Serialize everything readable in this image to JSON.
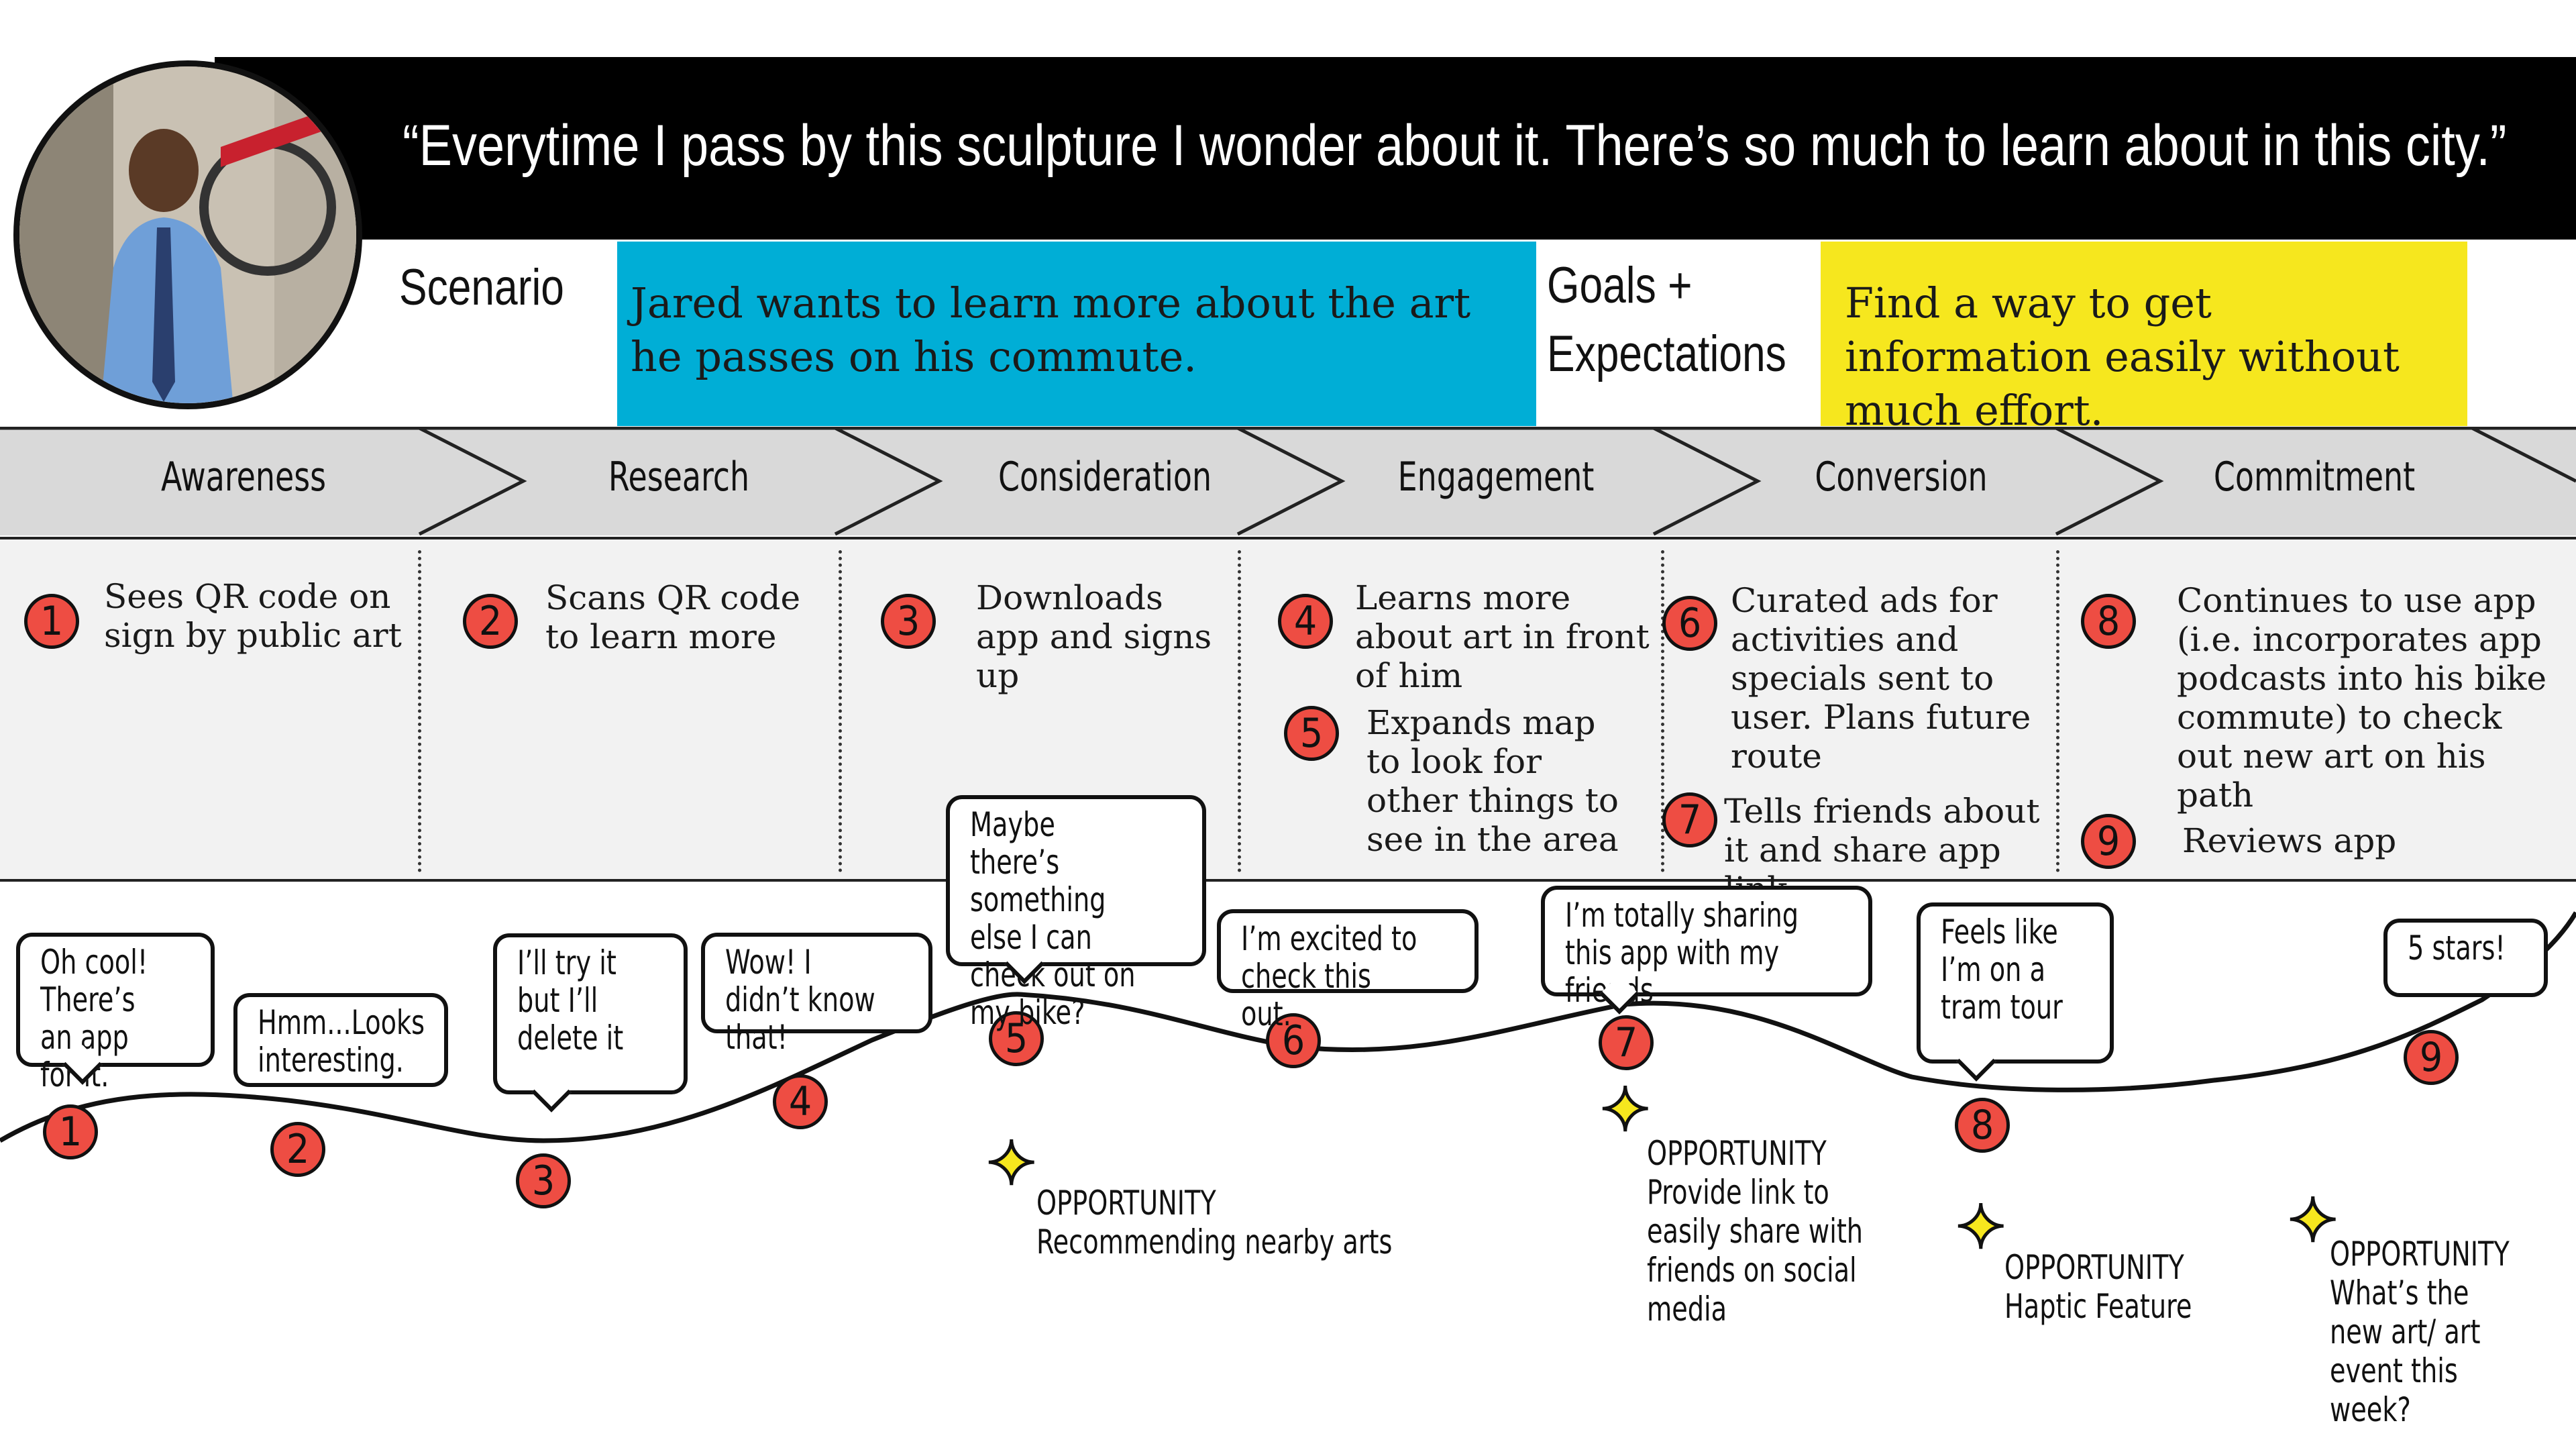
{
  "header": {
    "quote": "“Everytime I pass by this sculpture I wonder about it.  There’s so much to learn about in this city.”",
    "scenario_label": "Scenario",
    "scenario_text": "Jared wants to learn more about the art he passes on his commute.",
    "goals_label": "Goals + Expectations",
    "goals_text": "Find a way to get information easily without much effort."
  },
  "stages": [
    "Awareness",
    "Research",
    "Consideration",
    "Engagement",
    "Conversion",
    "Commitment"
  ],
  "steps": [
    {
      "num": "1",
      "text": "Sees QR code on sign by public art"
    },
    {
      "num": "2",
      "text": "Scans QR code to learn more"
    },
    {
      "num": "3",
      "text": "Downloads app and signs up"
    },
    {
      "num": "4",
      "text": "Learns more about art in front of him"
    },
    {
      "num": "5",
      "text": "Expands map to look for other things to see in the area"
    },
    {
      "num": "6",
      "text": "Curated ads for activities and specials sent to user. Plans future route"
    },
    {
      "num": "7",
      "text": "Tells friends about it and share app link"
    },
    {
      "num": "8",
      "text": "Continues to use app (i.e. incorporates app podcasts into his bike commute) to check out new art on his path"
    },
    {
      "num": "9",
      "text": "Reviews app"
    }
  ],
  "journey": {
    "points": [
      "1",
      "2",
      "3",
      "4",
      "5",
      "6",
      "7",
      "8",
      "9"
    ],
    "bubbles": [
      "Oh cool! There’s an app for it.",
      "Hmm...Looks interesting.",
      "I’ll try it but I’ll delete it",
      "Wow! I didn’t know that!",
      "Maybe there’s something else I can check out on my bike?",
      "I’m excited to check this out.",
      "I’m totally sharing this app with my friends",
      "Feels like I’m on a tram tour",
      "5 stars!"
    ],
    "opportunities": [
      {
        "title": "OPPORTUNITY",
        "text": "Recommending nearby arts"
      },
      {
        "title": "OPPORTUNITY",
        "text": "Provide link to easily share with friends on social media"
      },
      {
        "title": "OPPORTUNITY",
        "text": "Haptic Feature"
      },
      {
        "title": "OPPORTUNITY",
        "text": "What’s the new art/ art event this week?"
      }
    ]
  },
  "colors": {
    "scenario": "#00aed6",
    "goals": "#f6e71e",
    "marker": "#ee4d43",
    "star": "#f6e71e",
    "band": "#d9d9d9"
  },
  "icons": {
    "star": "sparkle-star-icon"
  }
}
